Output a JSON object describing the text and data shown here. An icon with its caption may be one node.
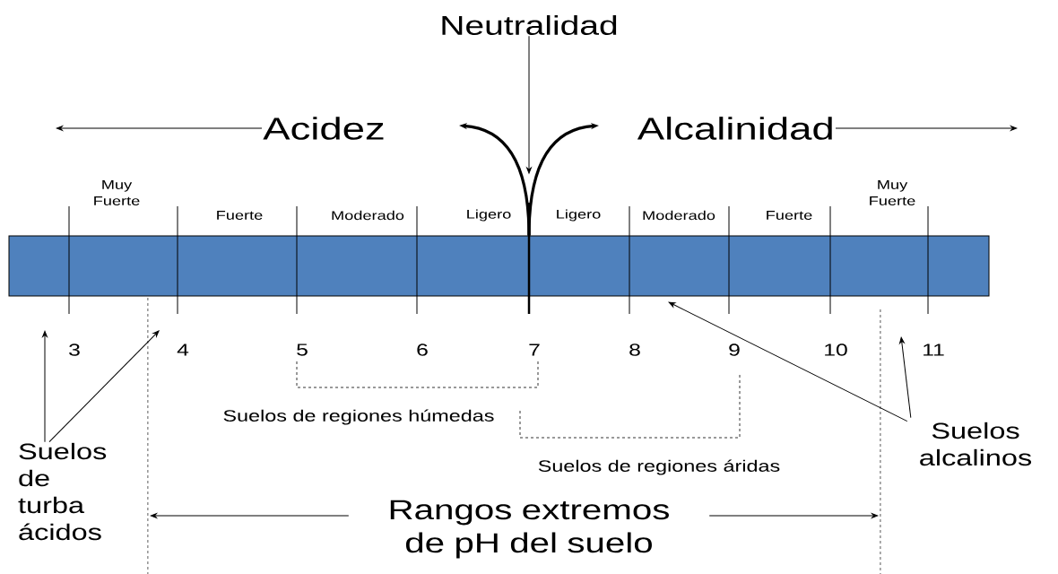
{
  "diagram": {
    "nodes": [
      {
        "text": [
          "Neutralidad"
        ]
      },
      {
        "text": [
          "Acidez"
        ]
      },
      {
        "text": [
          "Alcalinidad"
        ]
      },
      {
        "text": [],
        "shape": "bar"
      },
      {
        "text": [
          "Suelos de turba ácidos"
        ]
      },
      {
        "text": [
          "Suelos alcalinos"
        ]
      },
      {
        "text": [
          "Rangos extremos de pH del suelo"
        ]
      }
    ],
    "edges": [
      {
        "from": 0,
        "to": 3,
        "arrow": "to"
      },
      {
        "from": 3,
        "to": null,
        "arrow": "to",
        "style": "thick"
      },
      {
        "from": 3,
        "to": null,
        "arrow": "to",
        "style": "thick"
      },
      {
        "from": 1,
        "to": null,
        "arrow": "to"
      },
      {
        "from": 2,
        "to": null,
        "arrow": "to"
      },
      {
        "from": 4,
        "to": null,
        "arrow": "to"
      },
      {
        "from": 4,
        "to": null,
        "arrow": "to"
      },
      {
        "from": 5,
        "to": 3,
        "arrow": "to"
      },
      {
        "from": 5,
        "to": null,
        "arrow": "to"
      },
      {
        "from": 6,
        "to": null,
        "arrow": "to"
      },
      {
        "from": 6,
        "to": null,
        "arrow": "to"
      }
    ],
    "labels": [
      "Muy Fuerte",
      "Fuerte",
      "Moderado",
      "Ligero",
      "Ligero",
      "Moderado",
      "Fuerte",
      "Muy Fuerte",
      "3",
      "4",
      "5",
      "6",
      "7",
      "8",
      "9",
      "10",
      "11",
      "Suelos de regiones húmedas",
      "Suelos de regiones áridas"
    ]
  }
}
